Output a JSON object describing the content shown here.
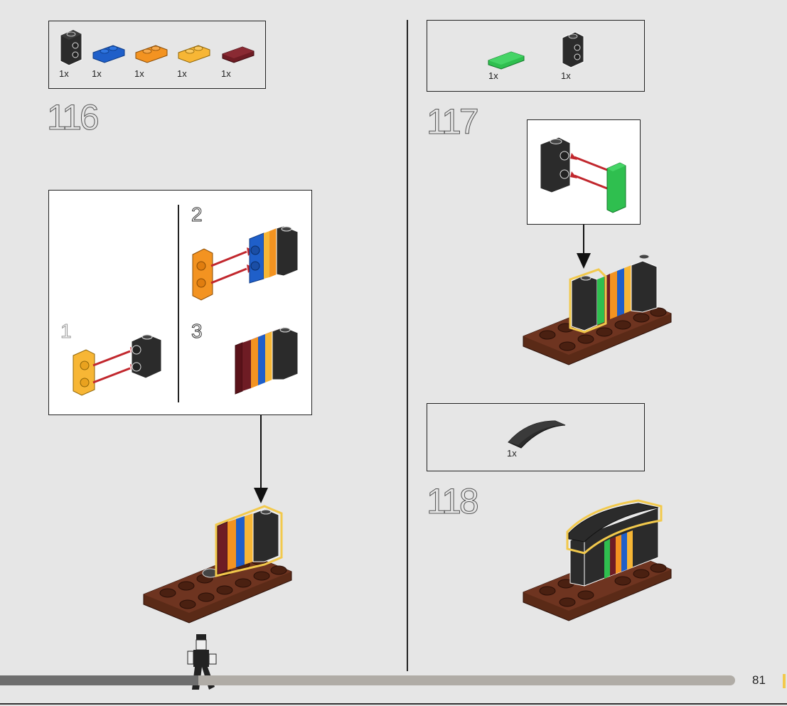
{
  "page": {
    "number": "81"
  },
  "steps": [
    {
      "number": "116",
      "parts": [
        {
          "qty": "1x",
          "icon": "black-brick-1x1-side-studs"
        },
        {
          "qty": "1x",
          "icon": "blue-plate-1x2"
        },
        {
          "qty": "1x",
          "icon": "orange-plate-1x2"
        },
        {
          "qty": "1x",
          "icon": "yellow-plate-1x2"
        },
        {
          "qty": "1x",
          "icon": "dark-red-tile-1x2"
        }
      ],
      "substeps": [
        "1",
        "2",
        "3"
      ]
    },
    {
      "number": "117",
      "parts": [
        {
          "qty": "1x",
          "icon": "green-tile-1x2"
        },
        {
          "qty": "1x",
          "icon": "black-brick-1x1-side-studs"
        }
      ]
    },
    {
      "number": "118",
      "parts": [
        {
          "qty": "1x",
          "icon": "black-curved-slope-1x4"
        }
      ]
    }
  ],
  "colors": {
    "background": "#e6e6e6",
    "black_brick": "#2b2b2b",
    "blue": "#1f5fc9",
    "orange": "#f39321",
    "yellow": "#f7b635",
    "dark_red": "#6e1c24",
    "green": "#2fbf4f",
    "brown": "#5a2a17",
    "highlight": "#f2c94c",
    "arrow_red": "#c1272d",
    "progress_dark": "#6e6e6e",
    "progress_light": "#b0aca6"
  },
  "progress": {
    "fraction": 0.27
  }
}
